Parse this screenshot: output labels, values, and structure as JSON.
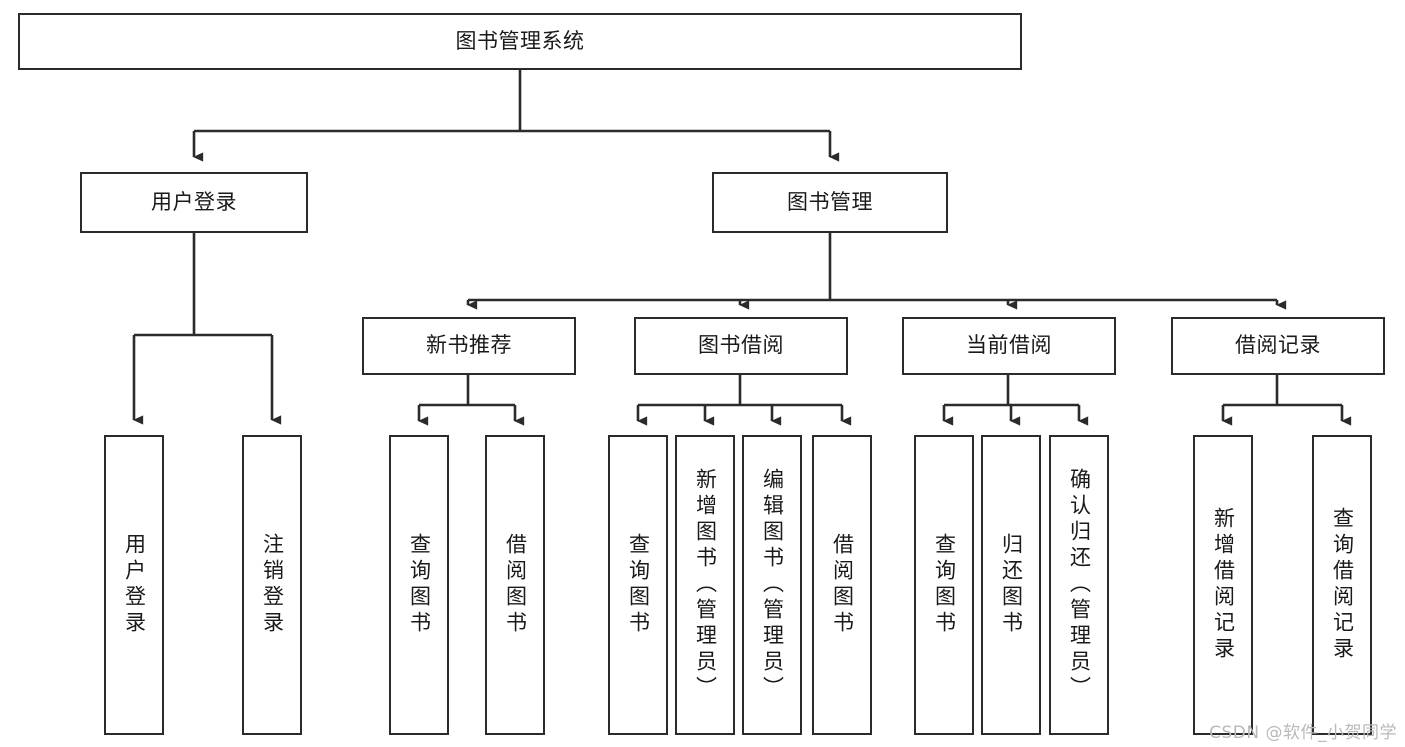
{
  "diagram": {
    "type": "tree-hierarchy",
    "title": "图书管理系统",
    "watermark": "CSDN @软件_小贺同学",
    "colors": {
      "node_border": "#2b2b2b",
      "node_fill": "#ffffff",
      "edge": "#2b2b2b",
      "text": "#1a1a1a",
      "background": "#ffffff",
      "watermark": "#b9b9b9"
    },
    "nodes": {
      "root": {
        "label": "图书管理系统",
        "level": 1,
        "orientation": "horizontal"
      },
      "l2_user_login": {
        "label": "用户登录",
        "level": 2,
        "orientation": "horizontal"
      },
      "l2_book_manage": {
        "label": "图书管理",
        "level": 2,
        "orientation": "horizontal"
      },
      "l3_new_book_rec": {
        "label": "新书推荐",
        "level": 3,
        "orientation": "horizontal"
      },
      "l3_book_borrow": {
        "label": "图书借阅",
        "level": 3,
        "orientation": "horizontal"
      },
      "l3_current_borrow": {
        "label": "当前借阅",
        "level": 3,
        "orientation": "horizontal"
      },
      "l3_borrow_record": {
        "label": "借阅记录",
        "level": 3,
        "orientation": "horizontal"
      },
      "leaf_user_login": {
        "label": "用户登录",
        "level": 4,
        "orientation": "vertical",
        "parent": "用户登录"
      },
      "leaf_user_logout": {
        "label": "注销登录",
        "level": 4,
        "orientation": "vertical",
        "parent": "用户登录"
      },
      "leaf_rec_query_book": {
        "label": "查询图书",
        "level": 4,
        "orientation": "vertical",
        "parent": "新书推荐"
      },
      "leaf_rec_borrow_book": {
        "label": "借阅图书",
        "level": 4,
        "orientation": "vertical",
        "parent": "新书推荐"
      },
      "leaf_bb_query_book": {
        "label": "查询图书",
        "level": 4,
        "orientation": "vertical",
        "parent": "图书借阅"
      },
      "leaf_bb_add_book": {
        "label": "新增图书（管理员）",
        "level": 4,
        "orientation": "vertical",
        "parent": "图书借阅"
      },
      "leaf_bb_edit_book": {
        "label": "编辑图书（管理员）",
        "level": 4,
        "orientation": "vertical",
        "parent": "图书借阅"
      },
      "leaf_bb_borrow_book": {
        "label": "借阅图书",
        "level": 4,
        "orientation": "vertical",
        "parent": "图书借阅"
      },
      "leaf_cb_query_book": {
        "label": "查询图书",
        "level": 4,
        "orientation": "vertical",
        "parent": "当前借阅"
      },
      "leaf_cb_return_book": {
        "label": "归还图书",
        "level": 4,
        "orientation": "vertical",
        "parent": "当前借阅"
      },
      "leaf_cb_confirm_return": {
        "label": "确认归还（管理员）",
        "level": 4,
        "orientation": "vertical",
        "parent": "当前借阅"
      },
      "leaf_br_add_record": {
        "label": "新增借阅记录",
        "level": 4,
        "orientation": "vertical",
        "parent": "借阅记录"
      },
      "leaf_br_query_record": {
        "label": "查询借阅记录",
        "level": 4,
        "orientation": "vertical",
        "parent": "借阅记录"
      }
    },
    "edges": [
      {
        "from": "图书管理系统",
        "to": "用户登录",
        "arrow": true
      },
      {
        "from": "图书管理系统",
        "to": "图书管理",
        "arrow": true
      },
      {
        "from": "用户登录",
        "to": "用户登录(叶)",
        "arrow": true
      },
      {
        "from": "用户登录",
        "to": "注销登录",
        "arrow": true
      },
      {
        "from": "图书管理",
        "to": "新书推荐",
        "arrow": true
      },
      {
        "from": "图书管理",
        "to": "图书借阅",
        "arrow": true
      },
      {
        "from": "图书管理",
        "to": "当前借阅",
        "arrow": true
      },
      {
        "from": "图书管理",
        "to": "借阅记录",
        "arrow": true
      },
      {
        "from": "新书推荐",
        "to": "查询图书",
        "arrow": true
      },
      {
        "from": "新书推荐",
        "to": "借阅图书",
        "arrow": true
      },
      {
        "from": "图书借阅",
        "to": "查询图书",
        "arrow": true
      },
      {
        "from": "图书借阅",
        "to": "新增图书（管理员）",
        "arrow": true
      },
      {
        "from": "图书借阅",
        "to": "编辑图书（管理员）",
        "arrow": true
      },
      {
        "from": "图书借阅",
        "to": "借阅图书",
        "arrow": true
      },
      {
        "from": "当前借阅",
        "to": "查询图书",
        "arrow": true
      },
      {
        "from": "当前借阅",
        "to": "归还图书",
        "arrow": true
      },
      {
        "from": "当前借阅",
        "to": "确认归还（管理员）",
        "arrow": true
      },
      {
        "from": "借阅记录",
        "to": "新增借阅记录",
        "arrow": true
      },
      {
        "from": "借阅记录",
        "to": "查询借阅记录",
        "arrow": true
      }
    ]
  }
}
